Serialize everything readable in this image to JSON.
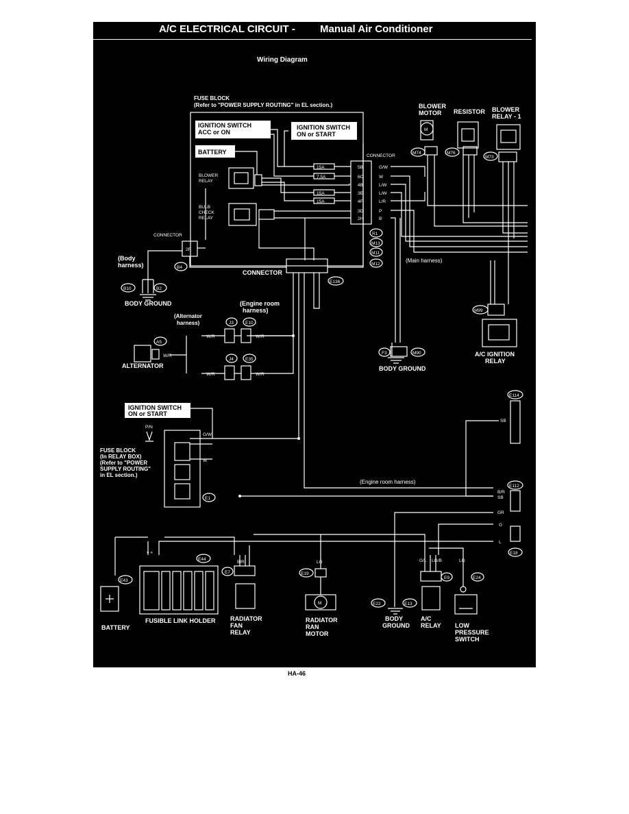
{
  "header": {
    "title_left": "A/C ELECTRICAL CIRCUIT -",
    "title_right": "Manual Air Conditioner"
  },
  "subtitle": "Wiring Diagram",
  "page_number": "HA-46",
  "labels": {
    "fuse_block_top": [
      "FUSE BLOCK",
      "(Refer to \"POWER SUPPLY ROUTING\" in EL section.)"
    ],
    "ign_acc": [
      "IGNITION SWITCH",
      "ACC or ON"
    ],
    "ign_start": [
      "IGNITION SWITCH",
      "ON or START"
    ],
    "battery_top": "BATTERY",
    "blower_relay": [
      "BLOWER",
      "RELAY"
    ],
    "bulb_check_relay": [
      "BULB",
      "CHECK",
      "RELAY"
    ],
    "connector_upper": "CONNECTOR",
    "connector_left": "CONNECTOR",
    "connector_mid": "CONNECTOR",
    "body_harness": [
      "(Body",
      "harness)"
    ],
    "body_ground_left": "BODY GROUND",
    "engine_room_harness_upper": [
      "(Engine room",
      "harness)"
    ],
    "alternator_harness": [
      "(Alternator",
      "harness)"
    ],
    "alternator": "ALTERNATOR",
    "blower_motor": [
      "BLOWER",
      "MOTOR"
    ],
    "resistor": "RESISTOR",
    "blower_relay_1": [
      "BLOWER",
      "RELAY - 1"
    ],
    "main_harness": "(Main harness)",
    "body_ground_mid": "BODY GROUND",
    "ac_ignition_relay": [
      "A/C IGNITION",
      "RELAY"
    ],
    "ign_start_lower": [
      "IGNITION SWITCH",
      "ON or START"
    ],
    "fuse_block_lower": [
      "FUSE BLOCK",
      "(In RELAY BOX)",
      "(Refer to \"POWER",
      "SUPPLY ROUTING\"",
      "in EL section.)"
    ],
    "engine_room_harness_lower": "(Engine room harness)",
    "battery_bottom": "BATTERY",
    "fusible_link_holder": "FUSIBLE LINK HOLDER",
    "radiator_fan_relay": [
      "RADIATOR",
      "FAN",
      "RELAY"
    ],
    "radiator_fan_motor": [
      "RADIATOR",
      "RAN",
      "MOTOR"
    ],
    "body_ground_bottom": [
      "BODY",
      "GROUND"
    ],
    "ac_relay": [
      "A/C",
      "RELAY"
    ],
    "low_pressure_switch": [
      "LOW",
      "PRESSURE",
      "SWITCH"
    ],
    "pn": "P/N"
  },
  "connector_ids": {
    "m74": "M74",
    "m76": "M76",
    "m73": "M73",
    "r1": "R1",
    "m13": "M13",
    "m11": "M11",
    "m12": "M12",
    "b4": "B4",
    "e136": "E136",
    "b10": "B10",
    "b2": "B2",
    "j3": "J3",
    "e10": "E10",
    "j4": "J4",
    "e35": "E35",
    "a5": "A5",
    "m99": "M99",
    "f3": "F3",
    "m90": "M90",
    "e114": "E114",
    "e112": "E112",
    "e18": "E18",
    "e1": "E1",
    "e44": "E44",
    "e43": "E43",
    "e7": "E7",
    "e19": "E19",
    "e22": "E22",
    "e13": "E13",
    "e9": "E9",
    "e24": "E24"
  },
  "fuses": [
    "15A",
    "7.5A",
    "15A",
    "15A"
  ],
  "pins": [
    "5B",
    "6C",
    "4B",
    "3E",
    "4F",
    "3D",
    "2H",
    "2F"
  ],
  "wires": {
    "g_w": "G/W",
    "w": "W",
    "l_w": "L/W",
    "l_r": "L/R",
    "p": "P",
    "b": "B",
    "w_r": "W/R",
    "sb": "SB",
    "b_r": "B/R",
    "gr": "GR",
    "g": "G",
    "l": "L",
    "lg_b": "LG/B",
    "lg": "LG",
    "g_l": "G/L"
  },
  "colors": {
    "sheet": "#000000",
    "ink": "#ffffff",
    "page": "#ffffff"
  }
}
